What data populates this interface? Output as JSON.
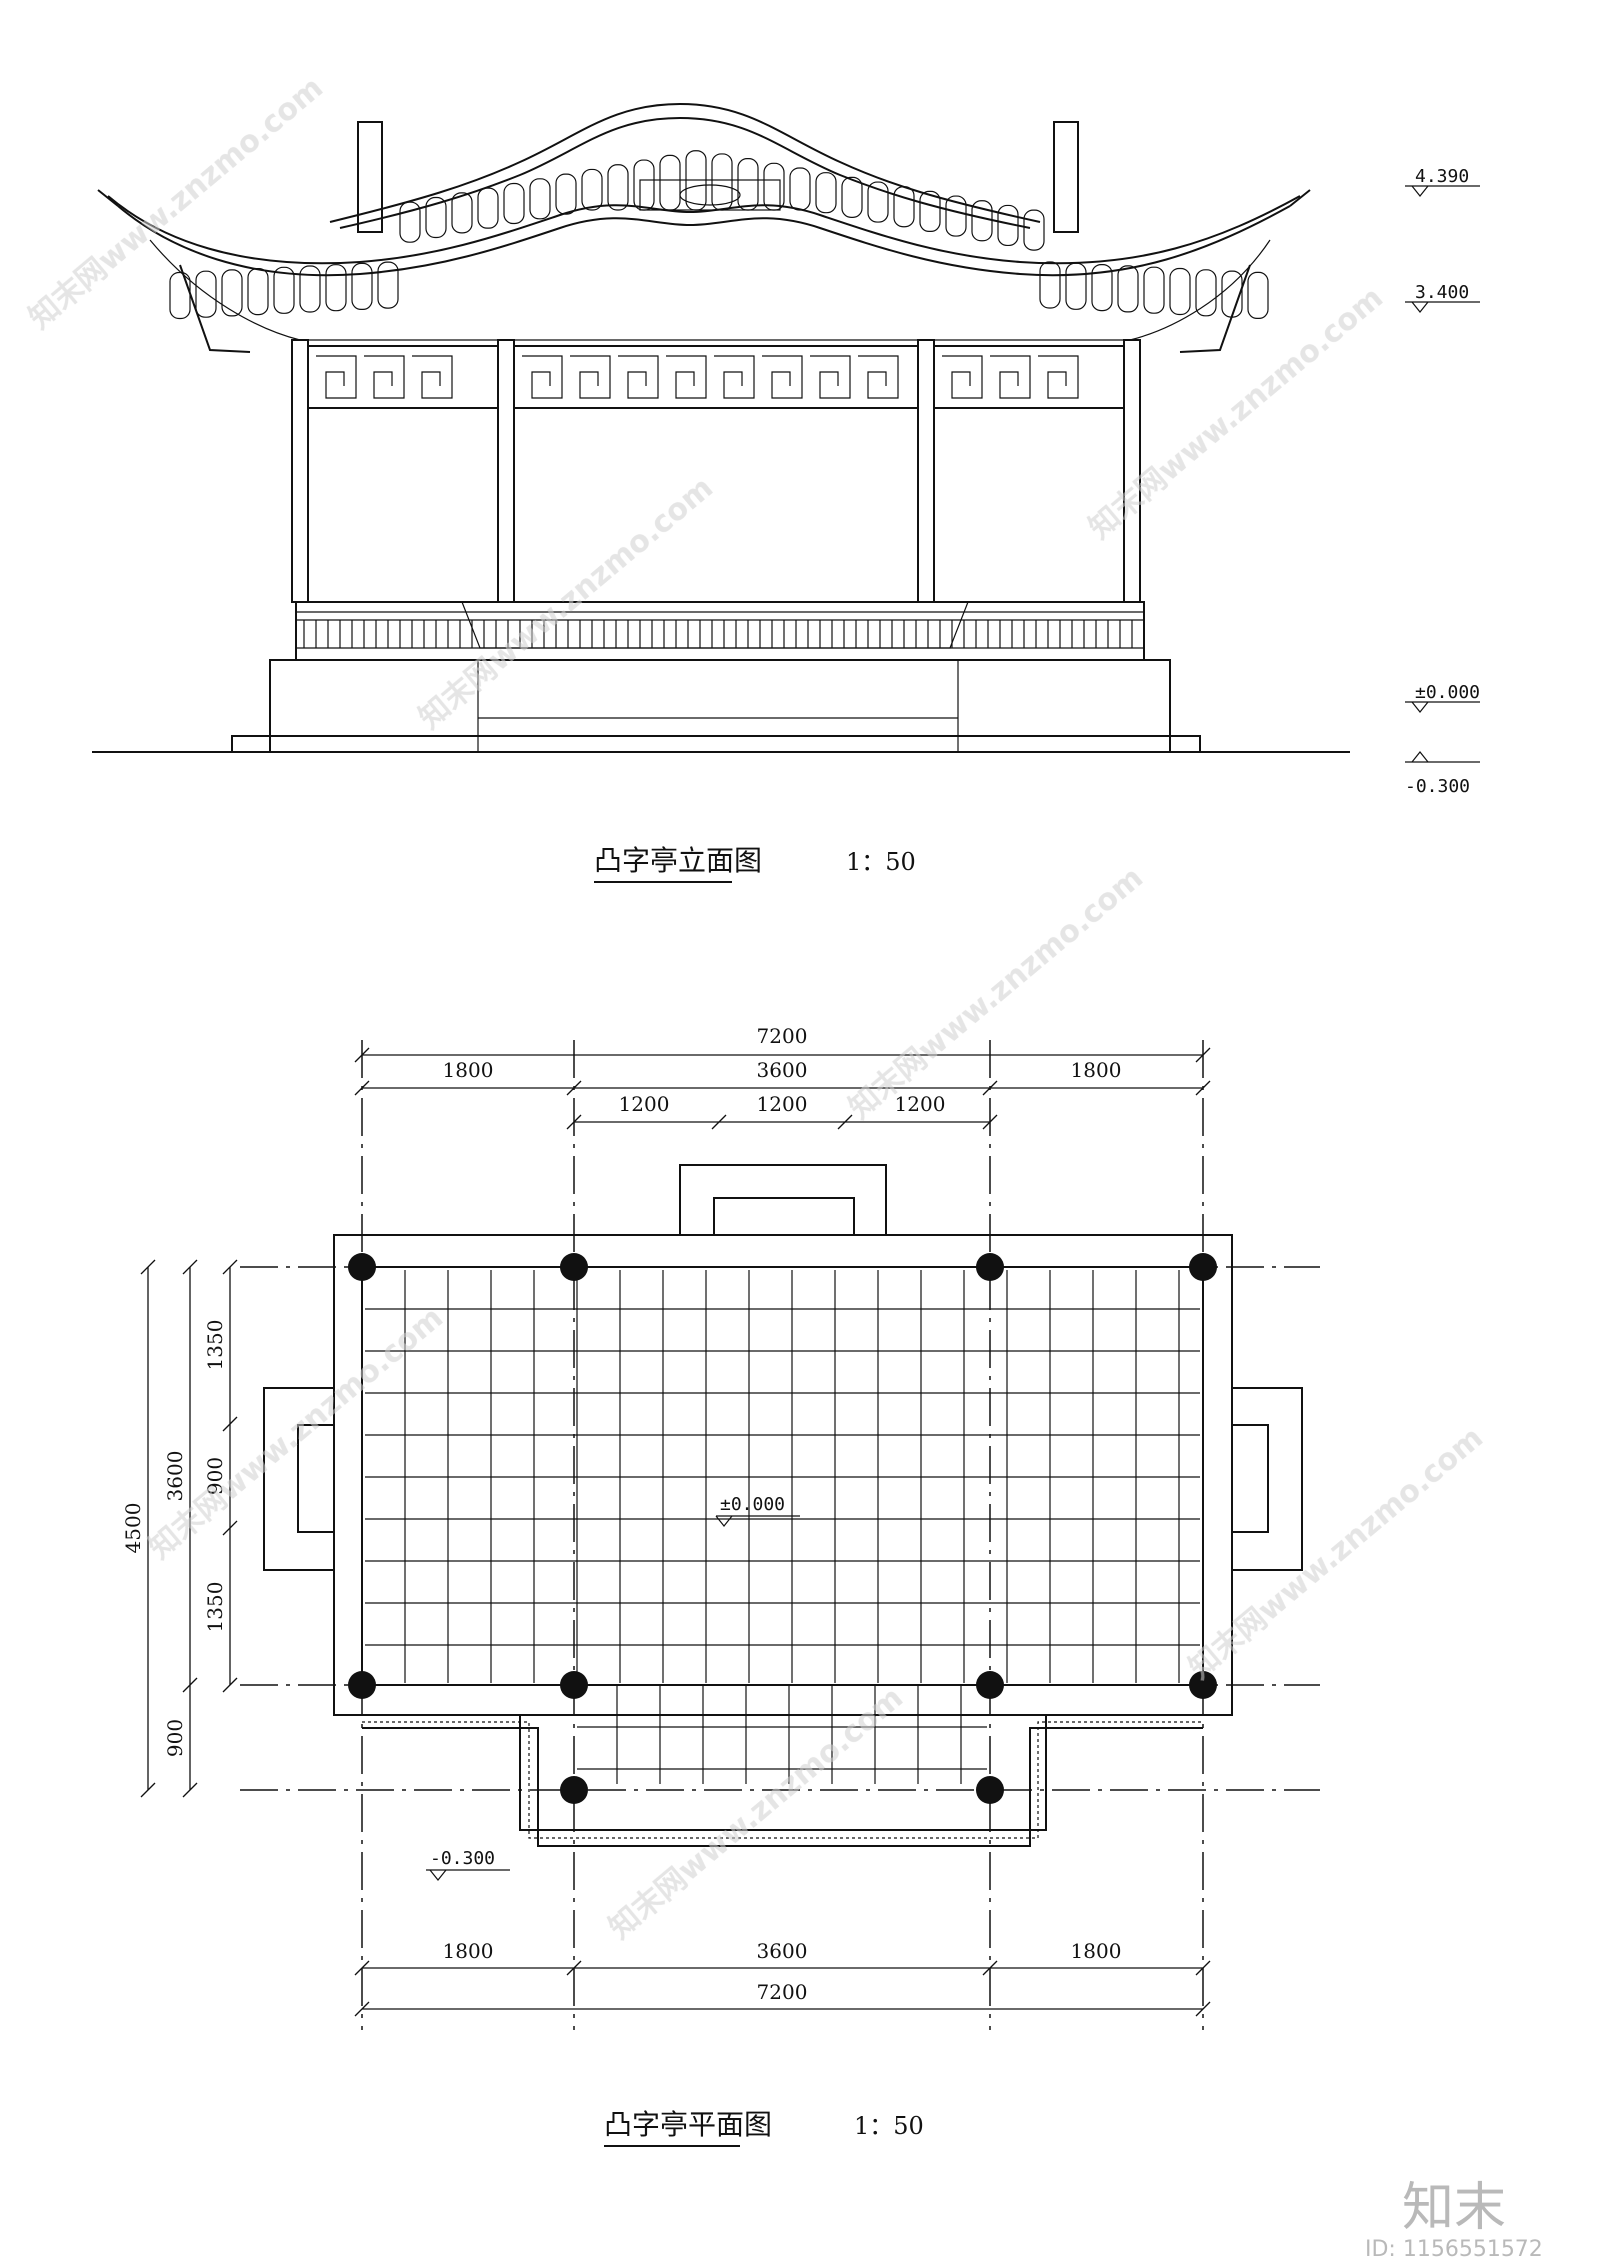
{
  "elevation": {
    "title": "凸字亭立面图",
    "scale": "1：50",
    "levels": [
      "4.390",
      "3.400",
      "±0.000",
      "-0.300"
    ]
  },
  "plan": {
    "title": "凸字亭平面图",
    "scale": "1：50",
    "top_dims": {
      "total": "7200",
      "seg_a": "1800",
      "seg_b": "3600",
      "seg_c": "1800",
      "sub_1": "1200",
      "sub_2": "1200",
      "sub_3": "1200"
    },
    "bottom_dims": {
      "seg_a": "1800",
      "seg_b": "3600",
      "seg_c": "1800",
      "total": "7200"
    },
    "left_dims": {
      "total": "4500",
      "mid": "3600",
      "lower": "900",
      "s1": "1350",
      "s2": "900",
      "s3": "1350"
    },
    "floor_level": "±0.000",
    "ground_level": "-0.300"
  },
  "watermark": {
    "text": "知末网www.znzmo.com",
    "brand": "知末",
    "id_label": "ID: 1156551572"
  }
}
